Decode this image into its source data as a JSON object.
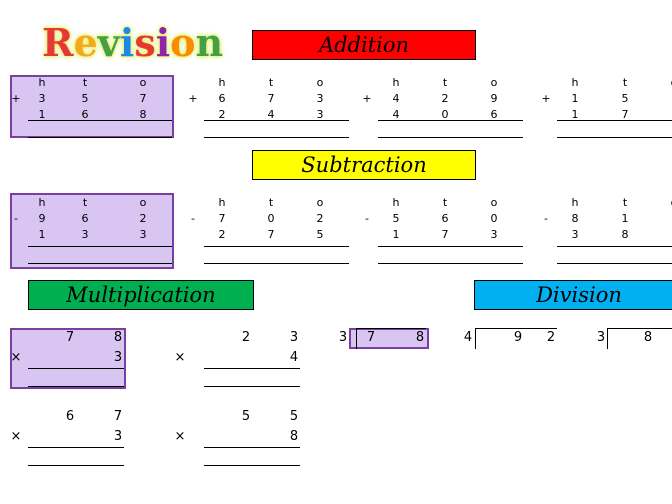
{
  "title": {
    "text": "Revision",
    "letters": [
      {
        "ch": "R",
        "color": "#e53935"
      },
      {
        "ch": "e",
        "color": "#f4a81d"
      },
      {
        "ch": "v",
        "color": "#43a047"
      },
      {
        "ch": "i",
        "color": "#1e88e5"
      },
      {
        "ch": "s",
        "color": "#e53935"
      },
      {
        "ch": "i",
        "color": "#8e24aa"
      },
      {
        "ch": "o",
        "color": "#fb8c00"
      },
      {
        "ch": "n",
        "color": "#43a047"
      }
    ]
  },
  "banners": {
    "addition": {
      "label": "Addition",
      "color": "#ff0000"
    },
    "subtraction": {
      "label": "Subtraction",
      "color": "#ffff00"
    },
    "multiplication": {
      "label": "Multiplication",
      "color": "#00b050"
    },
    "division": {
      "label": "Division",
      "color": "#00b0f0"
    }
  },
  "colors": {
    "highlight_fill": "#d9c5f2",
    "highlight_border": "#7b3fa3"
  },
  "column_headers": [
    "h",
    "t",
    "o"
  ],
  "addition": [
    {
      "op": "+",
      "row1": [
        "3",
        "5",
        "7"
      ],
      "row2": [
        "1",
        "6",
        "8"
      ]
    },
    {
      "op": "+",
      "row1": [
        "6",
        "7",
        "3"
      ],
      "row2": [
        "2",
        "4",
        "3"
      ]
    },
    {
      "op": "+",
      "row1": [
        "4",
        "2",
        "9"
      ],
      "row2": [
        "4",
        "0",
        "6"
      ]
    },
    {
      "op": "+",
      "row1": [
        "1",
        "5"
      ],
      "row2": [
        "1",
        "7"
      ]
    }
  ],
  "subtraction": [
    {
      "op": "-",
      "row1": [
        "9",
        "6",
        "2"
      ],
      "row2": [
        "1",
        "3",
        "3"
      ]
    },
    {
      "op": "-",
      "row1": [
        "7",
        "0",
        "2"
      ],
      "row2": [
        "2",
        "7",
        "5"
      ]
    },
    {
      "op": "-",
      "row1": [
        "5",
        "6",
        "0"
      ],
      "row2": [
        "1",
        "7",
        "3"
      ]
    },
    {
      "op": "-",
      "row1": [
        "8",
        "1"
      ],
      "row2": [
        "3",
        "8"
      ]
    }
  ],
  "multiplication": [
    {
      "op": "×",
      "top": [
        "7",
        "8"
      ],
      "bottom": "3"
    },
    {
      "op": "×",
      "top": [
        "2",
        "3"
      ],
      "bottom": "4"
    },
    {
      "op": "×",
      "top": [
        "6",
        "7"
      ],
      "bottom": "3"
    },
    {
      "op": "×",
      "top": [
        "5",
        "5"
      ],
      "bottom": "8"
    }
  ],
  "division": [
    {
      "divisor": "3",
      "dividend": [
        "7",
        "8"
      ]
    },
    {
      "divisor": "4",
      "dividend": [
        "9",
        "2"
      ]
    },
    {
      "divisor": "3",
      "dividend": [
        "8"
      ]
    }
  ]
}
